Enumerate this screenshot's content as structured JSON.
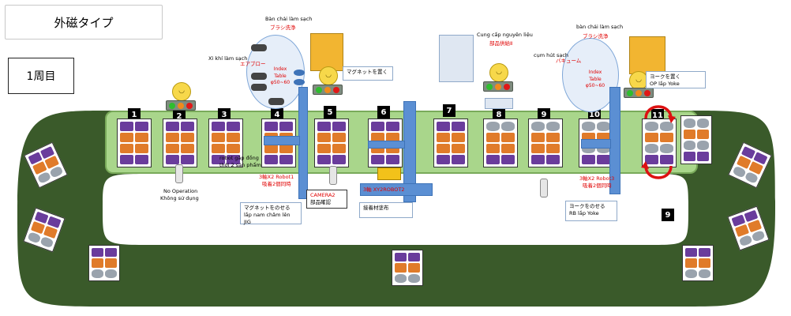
{
  "title": "外磁タイプ",
  "round_label": "1周目",
  "stations": [
    "1",
    "2",
    "3",
    "4",
    "5",
    "6",
    "7",
    "8",
    "9",
    "10",
    "11"
  ],
  "return_station": "9",
  "labels": {
    "brush_left_vn": "Bàn chải làm sạch",
    "brush_left_jp": "ブラシ洗浄",
    "air_vn": "Xì khí làm sạch",
    "air_jp": "エアブロー",
    "index1": "Index Table φ50~60",
    "magnet_place": "マグネットを置く",
    "supply_vn": "Cung cấp nguyên liệu",
    "supply_jp": "部品供給Ⅱ",
    "brush_right_vn": "bàn chải làm sạch",
    "brush_right_jp": "ブラシ洗浄",
    "vacuum_vn": "cụm hút sạch",
    "vacuum_jp": "バキューム",
    "index2": "Index Table φ50~60",
    "yoke_place_jp": "ヨークを置く",
    "yoke_place_vn": "OP lắp Yoke",
    "no_op_1": "No Operation",
    "no_op_2": "Không sử dụng",
    "robot_1": "robot gắp đồng",
    "robot_2": "thời 2 sản phẩm",
    "robot1_a": "3軸X2 Robot1",
    "robot1_b": "吸着2個同時",
    "camera2_a": "CAMERA2",
    "camera2_b": "部品確認",
    "robot2": "3軸 XY2ROBOT2",
    "adhesive": "接着材塗布",
    "magnet_jig_jp": "マグネットをのせる",
    "magnet_jig_vn": "lắp nam châm lên JIG",
    "robot3_a": "3軸X2 Robot3",
    "robot3_b": "吸着2個同時",
    "yoke_jig_jp": "ヨークをのせる",
    "yoke_jig_vn": "RB lắp Yoke"
  },
  "colors": {
    "track": "#3a5a2a",
    "belt": "#a9d68b",
    "magnet": "#6a3c9c",
    "part": "#e07b2a",
    "yoke": "#9aa3ad",
    "lamp_green": "#2ebd2e",
    "lamp_orange": "#f08a1c",
    "lamp_red": "#e01818",
    "callout_blue": "#5b8fd3"
  },
  "icons": [
    "smiley-face-icon",
    "signal-light-icon",
    "camera-icon",
    "rotation-arrow-icon",
    "index-table-icon",
    "robot-arm-icon"
  ]
}
